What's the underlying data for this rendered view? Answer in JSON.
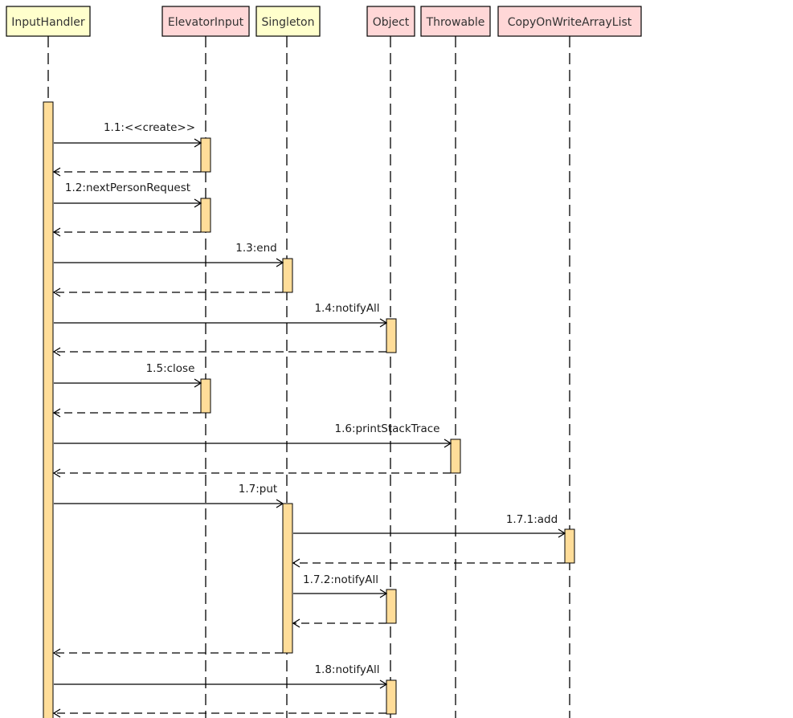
{
  "diagram": {
    "participants": [
      {
        "id": "input_handler",
        "label": "InputHandler",
        "kind": "class",
        "fill": "#ffffcc"
      },
      {
        "id": "elevator_input",
        "label": "ElevatorInput",
        "kind": "library",
        "fill": "#ffd7d7"
      },
      {
        "id": "singleton",
        "label": "Singleton",
        "kind": "class",
        "fill": "#ffffcc"
      },
      {
        "id": "object",
        "label": "Object",
        "kind": "library",
        "fill": "#ffd7d7"
      },
      {
        "id": "throwable",
        "label": "Throwable",
        "kind": "library",
        "fill": "#ffd7d7"
      },
      {
        "id": "copy_on_write_array_list",
        "label": "CopyOnWriteArrayList",
        "kind": "library",
        "fill": "#ffd7d7"
      }
    ],
    "messages": [
      {
        "label": "1.1:<<create>>",
        "from": "input_handler",
        "to": "elevator_input",
        "has_return": true
      },
      {
        "label": "1.2:nextPersonRequest",
        "from": "input_handler",
        "to": "elevator_input",
        "has_return": true
      },
      {
        "label": "1.3:end",
        "from": "input_handler",
        "to": "singleton",
        "has_return": true
      },
      {
        "label": "1.4:notifyAll",
        "from": "input_handler",
        "to": "object",
        "has_return": true
      },
      {
        "label": "1.5:close",
        "from": "input_handler",
        "to": "elevator_input",
        "has_return": true
      },
      {
        "label": "1.6:printStackTrace",
        "from": "input_handler",
        "to": "throwable",
        "has_return": true
      },
      {
        "label": "1.7:put",
        "from": "input_handler",
        "to": "singleton",
        "has_return": true
      },
      {
        "label": "1.7.1:add",
        "from": "singleton",
        "to": "copy_on_write_array_list",
        "has_return": true
      },
      {
        "label": "1.7.2:notifyAll",
        "from": "singleton",
        "to": "object",
        "has_return": true
      },
      {
        "label": "1.8:notifyAll",
        "from": "input_handler",
        "to": "object",
        "has_return": true
      }
    ],
    "colors": {
      "class_fill": "#ffffcc",
      "library_fill": "#ffd7d7",
      "activation_fill": "#ffdd99",
      "line": "#000000"
    }
  }
}
